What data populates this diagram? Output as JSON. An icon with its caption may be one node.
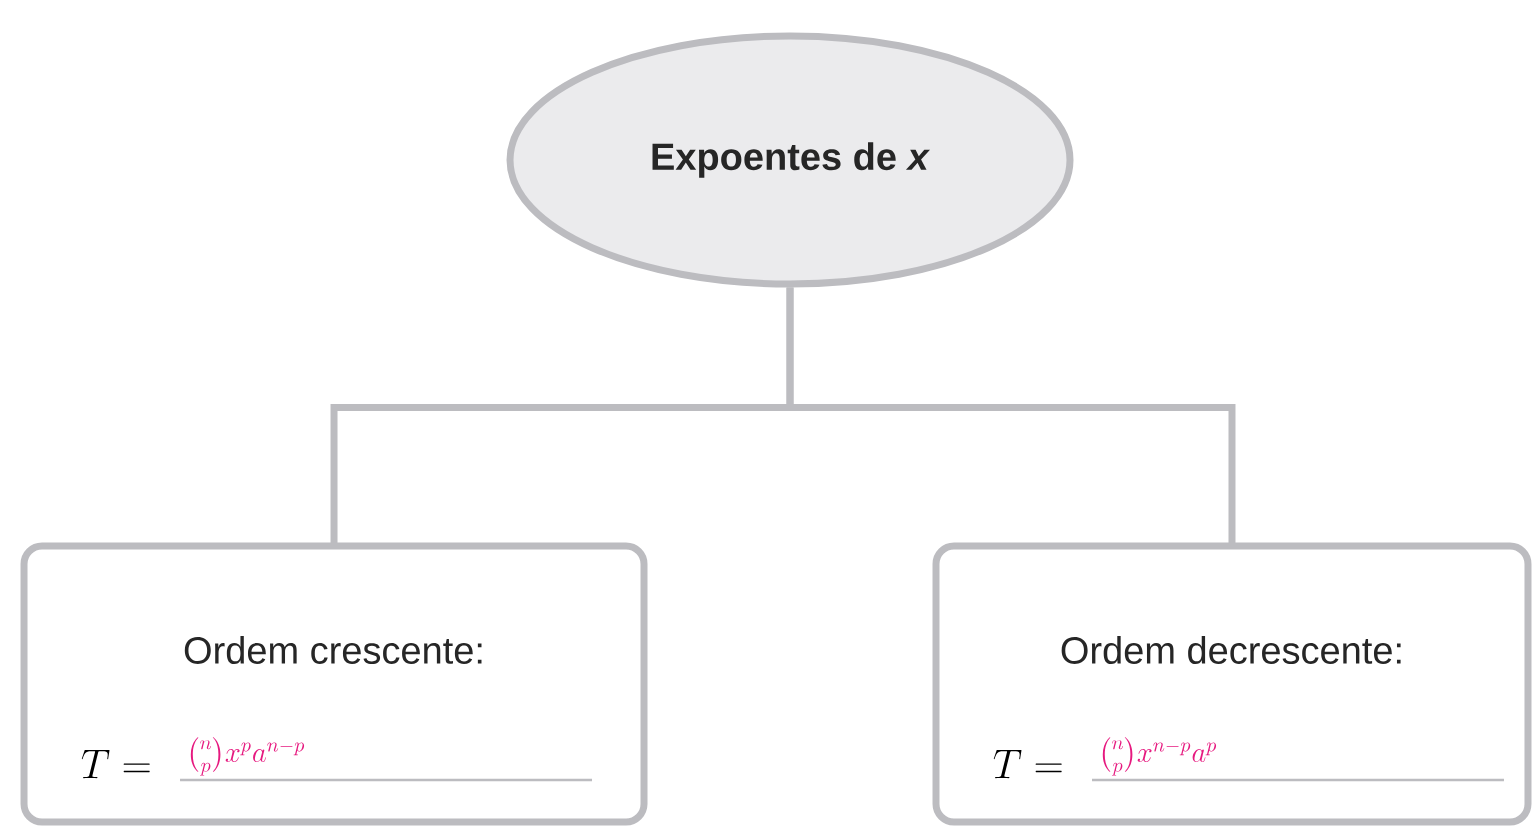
{
  "diagram": {
    "nodes": [
      {
        "text": [
          "Expoentes de *x*"
        ]
      },
      {
        "text": [
          "Ordem crescente:",
          "T =",
          "\\binom{n}{p}x^{p}a^{n-p}"
        ]
      },
      {
        "text": [
          "Ordem decrescente:",
          "T =",
          "\\binom{n}{p}x^{n-p}a^{p}"
        ]
      }
    ],
    "edges": [
      {
        "from": 0,
        "to": 1,
        "arrow": "none"
      },
      {
        "from": 0,
        "to": 2,
        "arrow": "none"
      }
    ]
  }
}
